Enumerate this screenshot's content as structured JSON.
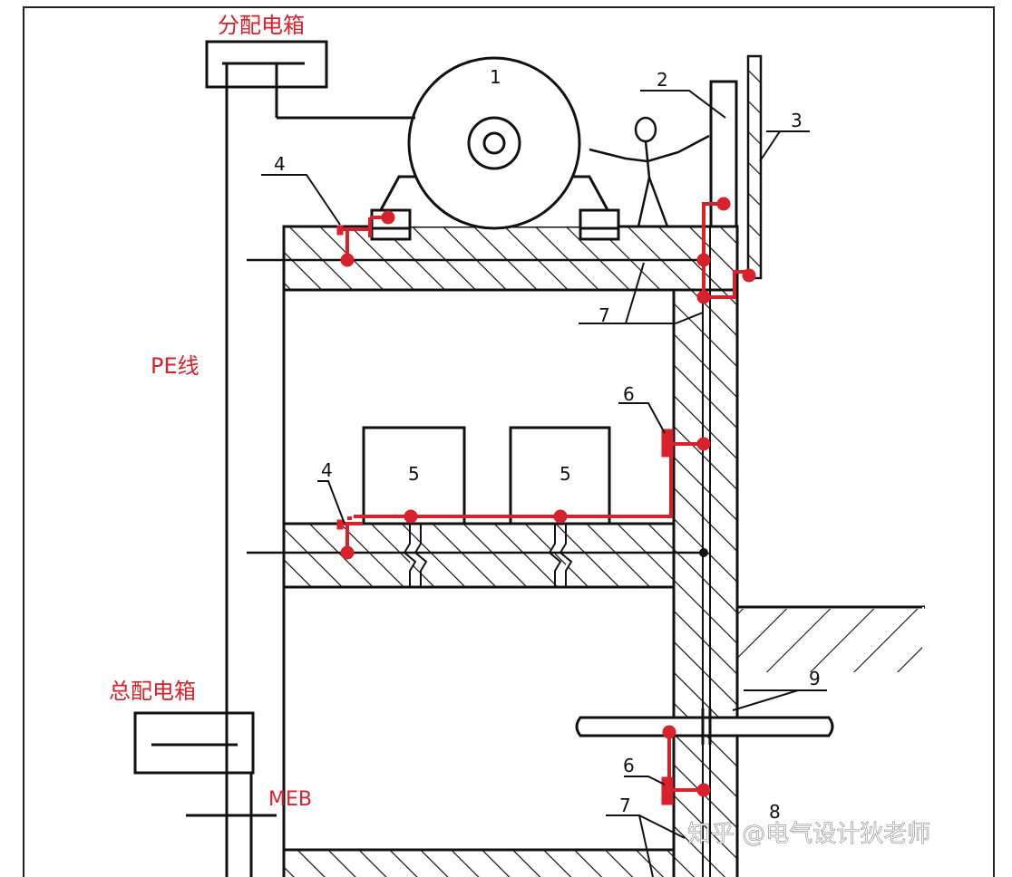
{
  "colors": {
    "line": "#111111",
    "bonding": "#d8212a",
    "watermark": "#ffffff",
    "background": "#ffffff"
  },
  "labels": {
    "distribution_box": "分配电箱",
    "main_distribution_box": "总配电箱",
    "pe_line": "PE线",
    "meb": "MEB"
  },
  "callouts": {
    "n1": "1",
    "n2": "2",
    "n3": "3",
    "n4_top": "4",
    "n4_mid": "4",
    "n5_left": "5",
    "n5_right": "5",
    "n6_mid": "6",
    "n6_low": "6",
    "n7_top": "7",
    "n7_low": "7",
    "n8": "8",
    "n9": "9"
  },
  "watermark": {
    "text": "知乎 @电气设计狄老师"
  },
  "icons": {
    "machine": "motor-icon",
    "person": "person-icon"
  }
}
